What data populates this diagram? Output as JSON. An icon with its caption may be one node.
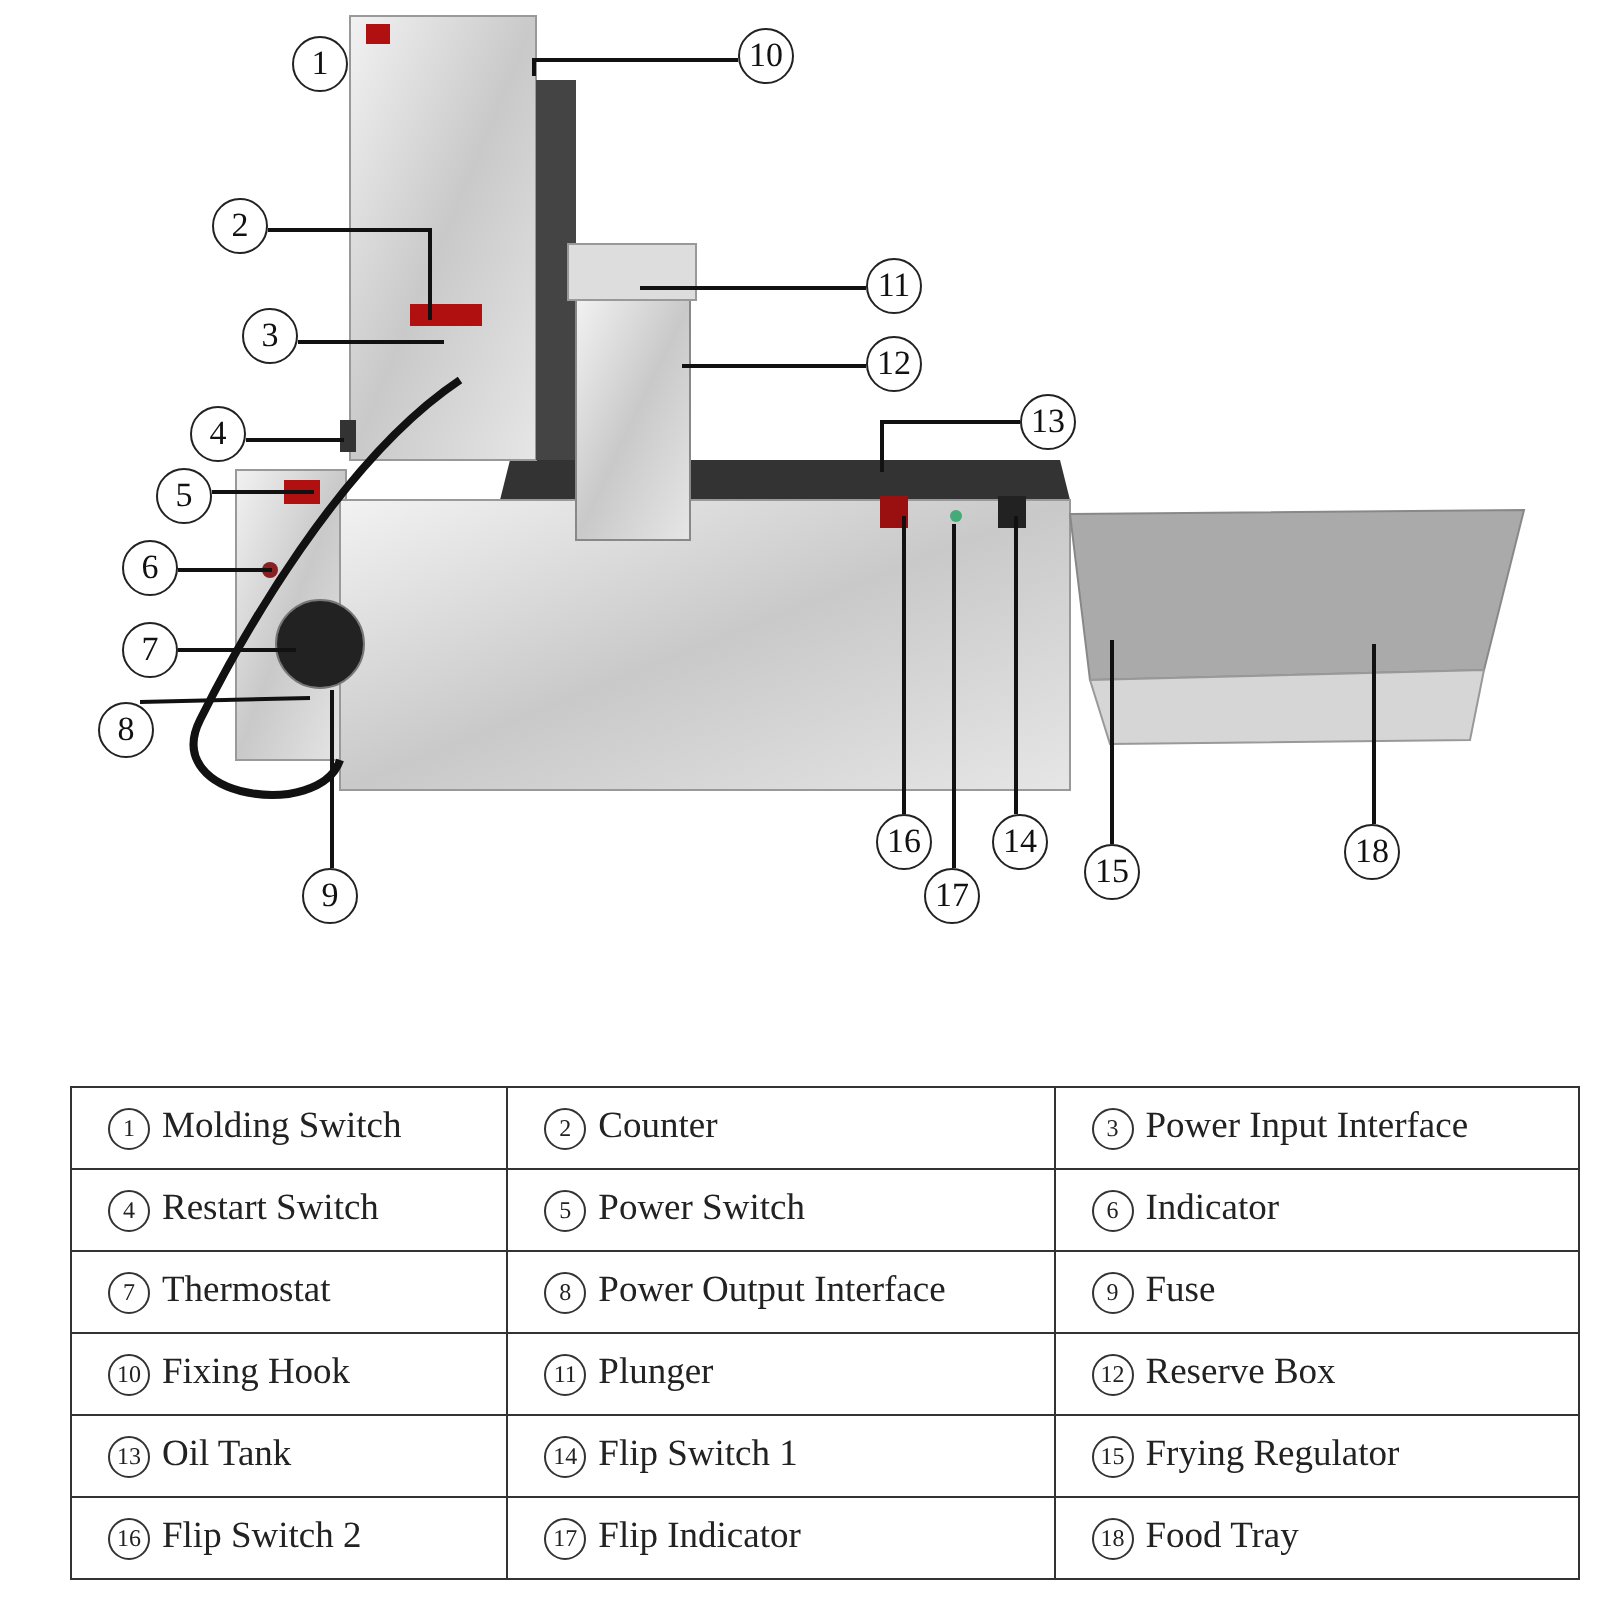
{
  "diagram": {
    "nodes": [
      {
        "text": [
          "1"
        ]
      },
      {
        "text": [
          "2"
        ]
      },
      {
        "text": [
          "3"
        ]
      },
      {
        "text": [
          "4"
        ]
      },
      {
        "text": [
          "5"
        ]
      },
      {
        "text": [
          "6"
        ]
      },
      {
        "text": [
          "7"
        ]
      },
      {
        "text": [
          "8"
        ]
      },
      {
        "text": [
          "9"
        ]
      },
      {
        "text": [
          "10"
        ]
      },
      {
        "text": [
          "11"
        ]
      },
      {
        "text": [
          "12"
        ]
      },
      {
        "text": [
          "13"
        ]
      },
      {
        "text": [
          "14"
        ]
      },
      {
        "text": [
          "15"
        ]
      },
      {
        "text": [
          "16"
        ]
      },
      {
        "text": [
          "17"
        ]
      },
      {
        "text": [
          "18"
        ]
      }
    ],
    "edges": [
      {
        "from": 1,
        "to": null,
        "arrow": "none"
      },
      {
        "from": 2,
        "to": null,
        "arrow": "none"
      },
      {
        "from": 3,
        "to": null,
        "arrow": "none"
      },
      {
        "from": 4,
        "to": null,
        "arrow": "none"
      },
      {
        "from": 5,
        "to": null,
        "arrow": "none"
      },
      {
        "from": 6,
        "to": null,
        "arrow": "none"
      },
      {
        "from": 7,
        "to": null,
        "arrow": "none"
      },
      {
        "from": 8,
        "to": null,
        "arrow": "none"
      },
      {
        "from": 9,
        "to": null,
        "arrow": "none"
      },
      {
        "from": 10,
        "to": null,
        "arrow": "none"
      },
      {
        "from": 11,
        "to": null,
        "arrow": "none"
      },
      {
        "from": 12,
        "to": null,
        "arrow": "none"
      },
      {
        "from": 13,
        "to": null,
        "arrow": "none"
      },
      {
        "from": 14,
        "to": null,
        "arrow": "none"
      },
      {
        "from": 15,
        "to": null,
        "arrow": "none"
      },
      {
        "from": 16,
        "to": null,
        "arrow": "none"
      },
      {
        "from": 17,
        "to": null,
        "arrow": "none"
      }
    ],
    "labels": [
      "1",
      "Molding Switch",
      "2",
      "Counter",
      "3",
      "Power Input Interface",
      "4",
      "Restart Switch",
      "5",
      "Power Switch",
      "6",
      "Indicator",
      "7",
      "Thermostat",
      "8",
      "Power Output Interface",
      "9",
      "Fuse",
      "10",
      "Fixing Hook",
      "11",
      "Plunger",
      "12",
      "Reserve Box",
      "13",
      "Oil Tank",
      "14",
      "Flip Switch 1",
      "15",
      "Frying Regulator",
      "16",
      "Flip Switch 2",
      "17",
      "Flip Indicator",
      "18",
      "Food Tray"
    ]
  }
}
